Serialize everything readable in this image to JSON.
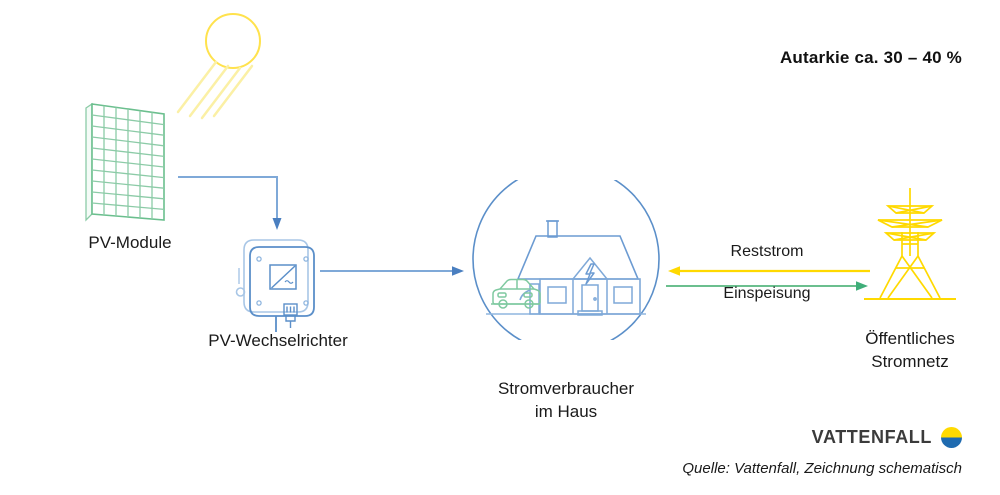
{
  "headline": "Autarkie ca. 30 – 40 %",
  "nodes": {
    "pv_modules": {
      "label": "PV-Module"
    },
    "inverter": {
      "label": "PV-Wechselrichter"
    },
    "house": {
      "label_line1": "Stromverbraucher",
      "label_line2": "im Haus"
    },
    "grid": {
      "label_line1": "Öffentliches",
      "label_line2": "Stromnetz"
    }
  },
  "flows": {
    "reststrom": {
      "label": "Reststrom",
      "direction": "left",
      "color": "#FFD900"
    },
    "einspeisung": {
      "label": "Einspeisung",
      "direction": "right",
      "color": "#6BBF8E"
    },
    "pv_to_inverter": {
      "direction": "down",
      "color": "#5B8FC9"
    },
    "inverter_to_house": {
      "direction": "right",
      "color": "#5B8FC9"
    }
  },
  "icons": {
    "sun": "sun-icon",
    "pv_panel": "solar-panel-icon",
    "inverter": "inverter-icon",
    "house": "house-icon",
    "lightning": "lightning-bolt-icon",
    "car": "electric-car-icon",
    "charger": "charging-station-icon",
    "pylon": "power-pylon-icon"
  },
  "brand": {
    "wordmark": "VATTENFALL",
    "source": "Quelle: Vattenfall, Zeichnung schematisch"
  },
  "colors": {
    "green": "#6BBF8E",
    "blue": "#5B8FC9",
    "yellow": "#FFD900",
    "sun_ray": "#FBF0A5",
    "text": "#1a1a1a",
    "brand_yellow": "#ffda00",
    "brand_blue": "#1f6bb0"
  }
}
